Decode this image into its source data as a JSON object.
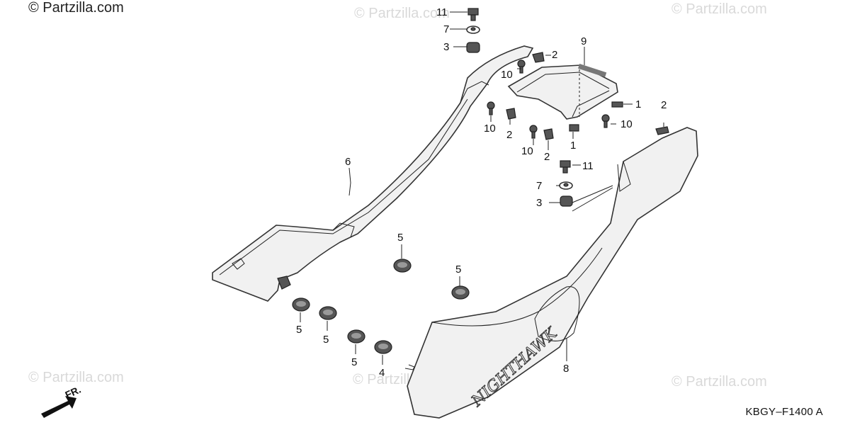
{
  "brand": "© Partzilla.com",
  "watermark": "© Partzilla.com",
  "diagram_code": "KBGY–F1400 A",
  "front_label": "FR.",
  "emblem_logo": "NIGHTHAWK",
  "callouts": {
    "c11a": "11",
    "c7a": "7",
    "c3a": "3",
    "c2a": "2",
    "c9": "9",
    "c10a": "10",
    "c10b": "10",
    "c2b": "2",
    "c10c": "10",
    "c2c": "2",
    "c1a": "1",
    "c1b": "1",
    "c10d": "10",
    "c2d": "2",
    "c11b": "11",
    "c7b": "7",
    "c3b": "3",
    "c6": "6",
    "c5a": "5",
    "c5b": "5",
    "c5c": "5",
    "c5d": "5",
    "c5e": "5",
    "c4": "4",
    "c8": "8"
  }
}
